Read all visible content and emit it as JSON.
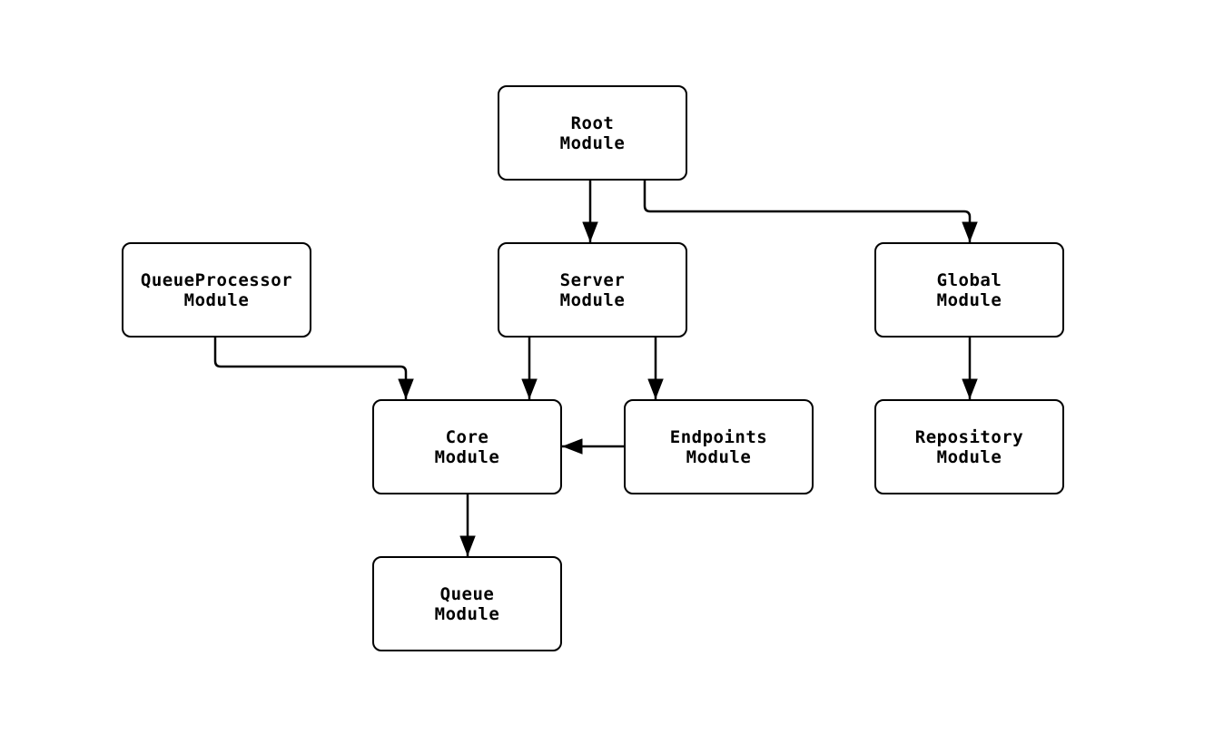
{
  "diagram": {
    "background_color": "#ffffff",
    "stroke_color": "#000000",
    "node_fill_color": "#ffffff",
    "nodes": [
      {
        "id": "root",
        "label": "Root\nModule"
      },
      {
        "id": "queueprocessor",
        "label": "QueueProcessor\nModule"
      },
      {
        "id": "server",
        "label": "Server\nModule"
      },
      {
        "id": "global",
        "label": "Global\nModule"
      },
      {
        "id": "core",
        "label": "Core\nModule"
      },
      {
        "id": "endpoints",
        "label": "Endpoints\nModule"
      },
      {
        "id": "repository",
        "label": "Repository\nModule"
      },
      {
        "id": "queue",
        "label": "Queue\nModule"
      }
    ],
    "edges": [
      {
        "from": "root",
        "to": "server"
      },
      {
        "from": "root",
        "to": "global"
      },
      {
        "from": "queueprocessor",
        "to": "core"
      },
      {
        "from": "server",
        "to": "core"
      },
      {
        "from": "server",
        "to": "endpoints"
      },
      {
        "from": "endpoints",
        "to": "core"
      },
      {
        "from": "core",
        "to": "queue"
      },
      {
        "from": "global",
        "to": "repository"
      }
    ]
  }
}
